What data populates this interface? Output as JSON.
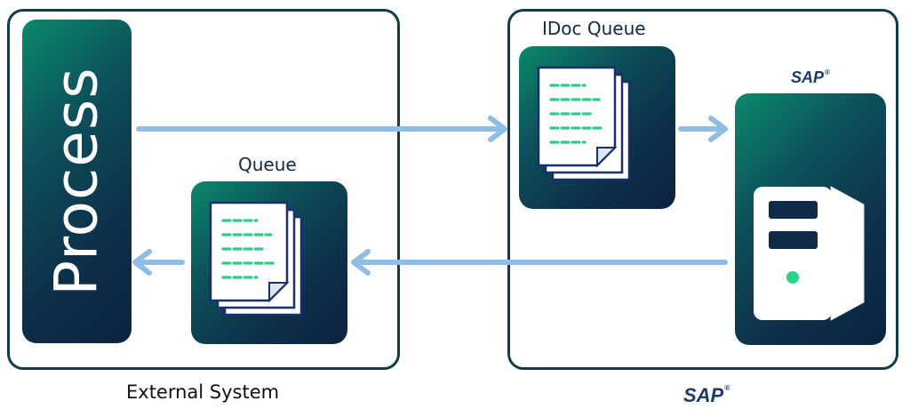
{
  "external_system": {
    "label": "External System"
  },
  "process": {
    "label": "Process"
  },
  "queue": {
    "title": "Queue"
  },
  "idoc_queue": {
    "title": "IDoc Queue"
  },
  "sap": {
    "logo_text": "SAP",
    "logo_mark": "®"
  },
  "colors": {
    "frame": "#0f3d4a",
    "arrow": "#8fbde6",
    "doc_line": "#2ecc8a",
    "accent_dot": "#27d48a"
  },
  "icons": [
    "document-stack-icon",
    "server-icon",
    "arrow-icon"
  ]
}
